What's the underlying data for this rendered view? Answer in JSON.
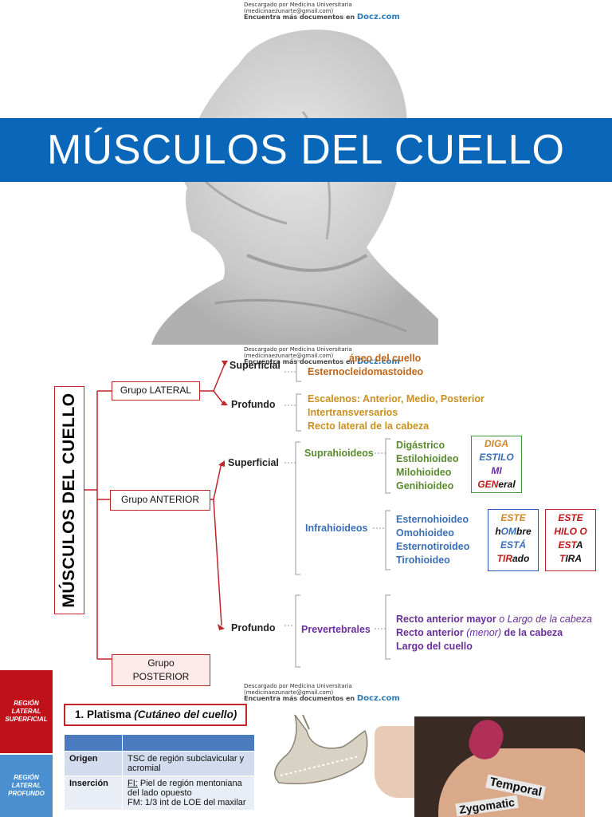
{
  "watermark": {
    "line1": "Descargado por Medicina Universitaria",
    "line2": "(medicinaezunarte@gmail.com)",
    "line3": "Encuentra más documentos en",
    "brand": "Docz.com"
  },
  "banner": {
    "title": "MÚSCULOS DEL CUELLO"
  },
  "diagram": {
    "root": "MÚSCULOS DEL CUELLO",
    "grupo_lateral": "Grupo LATERAL",
    "grupo_anterior": "Grupo ANTERIOR",
    "grupo_posterior_l1": "Grupo",
    "grupo_posterior_l2": "POSTERIOR",
    "lateral_superficial": "Superficial",
    "lateral_profundo": "Profundo",
    "lateral_sup_items": [
      "áneo del cuello",
      "Esternocleidomastoideo"
    ],
    "lateral_prof_items": [
      "Escalenos: Anterior, Medio, Posterior",
      "Intertransversarios",
      "Recto lateral de la cabeza"
    ],
    "anterior_superficial": "Superficial",
    "anterior_profundo": "Profundo",
    "suprahioideos": "Suprahioideos",
    "supra_items": [
      "Digástrico",
      "Estilohioideo",
      "Milohioideo",
      "Genihioideo"
    ],
    "infrahioideos": "Infrahioideos",
    "infra_items": [
      "Esternohioideo",
      "Omohioideo",
      "Esternotiroideo",
      "Tirohioideo"
    ],
    "prevertebrales": "Prevertebrales",
    "prev_item1_a": "Recto anterior mayor",
    "prev_item1_b": "o Largo de la cabeza",
    "prev_item2_a": "Recto anterior",
    "prev_item2_b": "(menor)",
    "prev_item2_c": "de la cabeza",
    "prev_item3": "Largo del cuello",
    "mnemo1": {
      "l1": "DIGA",
      "l2": "ESTILO",
      "l3": "MI",
      "l4a": "GEN",
      "l4b": "eral"
    },
    "mnemo2": {
      "l1": "ESTE",
      "l2a": "h",
      "l2b": "OM",
      "l2c": "bre",
      "l3": "ESTÁ",
      "l4a": "TIR",
      "l4b": "ado"
    },
    "mnemo3": {
      "l1": "ESTE",
      "l2": "HILO O",
      "l3a": "EST",
      "l3b": "A",
      "l4a": "T",
      "l4b": "IRA"
    }
  },
  "bottom": {
    "side1": "REGIÓN LATERAL SUPERFICIAL",
    "side2": "REGIÓN LATERAL PROFUNDO",
    "heading_a": "1. Platisma ",
    "heading_b": "(Cutáneo del cuello)",
    "rows": [
      {
        "label": "Origen",
        "value": "TSC de región subclavicular y acromial"
      },
      {
        "label": "Inserción",
        "value_a": "FI:",
        "value_b": " Piel de región mentoniana del lado opuesto",
        "value_c": "FM: 1/3 int de LOE del maxilar"
      }
    ],
    "photo_label1": "Temporal",
    "photo_label2": "Zygomatic"
  }
}
